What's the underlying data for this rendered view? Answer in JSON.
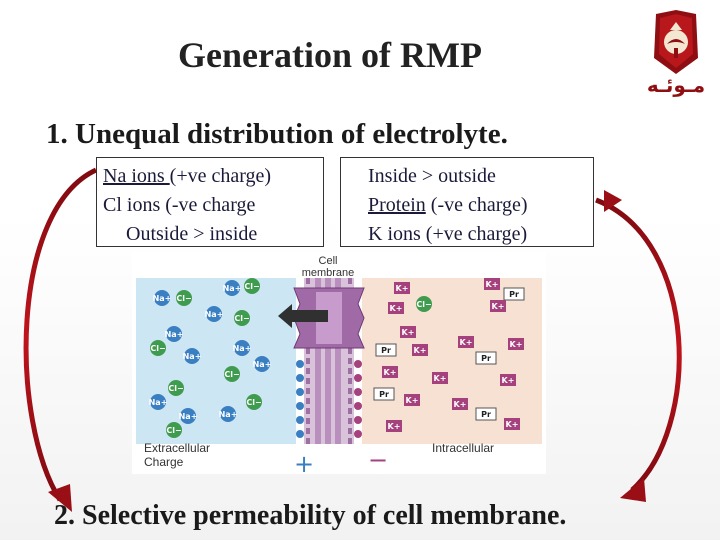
{
  "slide": {
    "title": "Generation of RMP",
    "heading1": "1. Unequal distribution of electrolyte.",
    "left_box": {
      "line1_underlined": "Na ions ",
      "line1_rest": "(+ve charge)",
      "line2": "Cl ions (-ve charge",
      "line3": "Outside > inside"
    },
    "right_box": {
      "line1": "Inside   > outside",
      "line2_underlined": "Protein",
      "line2_rest": "  (-ve charge)",
      "line3": "K ions (+ve charge)"
    },
    "heading2": "2. Selective permeability of cell membrane.",
    "logo_text": "مـوئـه"
  },
  "figure": {
    "membrane_label_1": "Cell",
    "membrane_label_2": "membrane",
    "extracellular_label": "Extracellular",
    "intracellular_label": "Intracellular",
    "charge_label": "Charge",
    "plus_sign": "+",
    "minus_sign": "−",
    "ion_na": "Na+",
    "ion_cl": "Cl−",
    "ion_k": "K+",
    "ion_pr": "Pr"
  },
  "colors": {
    "arrow_red": "#c0141c",
    "extracellular_bg": "#cde6f3",
    "intracellular_bg": "#f6e1d3",
    "membrane": "#c7a6c9",
    "na_blue": "#3a7fc1",
    "k_purple": "#a5427e"
  }
}
